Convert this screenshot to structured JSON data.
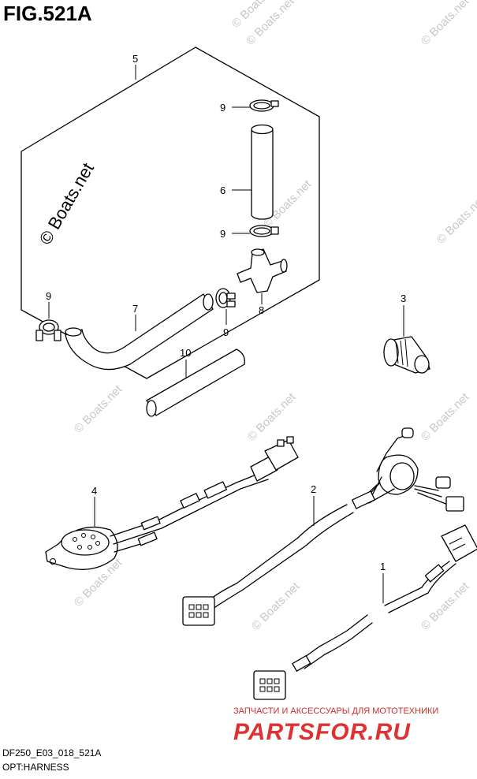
{
  "figure": {
    "title": "FIG.521A",
    "model_code": "DF250_E03_018_521A",
    "caption": "OPT:HARNESS"
  },
  "callouts": [
    "5",
    "9",
    "6",
    "9",
    "9",
    "7",
    "8",
    "9",
    "10",
    "3",
    "4",
    "2",
    "1"
  ],
  "watermark": {
    "large": "© Boats.net",
    "small": "© Boats.net"
  },
  "brand": {
    "tagline": "ЗАПЧАСТИ И АКСЕССУАРЫ ДЛЯ МОТОТЕХНИКИ",
    "name": "PARTSFOR.RU",
    "color": "#e03131"
  },
  "colors": {
    "line": "#000000",
    "watermark": "#c8c8c8",
    "background": "#ffffff"
  }
}
